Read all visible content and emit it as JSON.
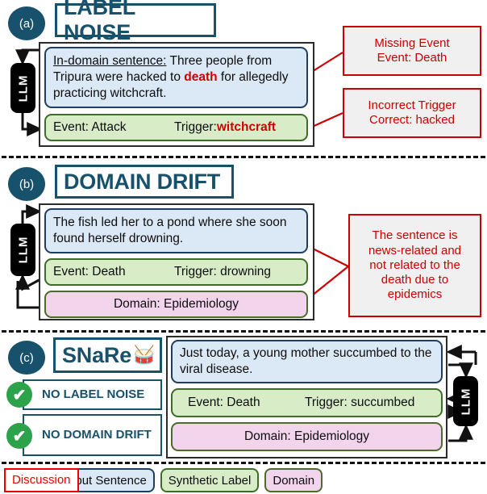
{
  "figure": {
    "sections": [
      {
        "tag": "(a)",
        "title": "LABEL NOISE",
        "sentence": {
          "prefix": "In-domain sentence:",
          "body_before": " Three people from Tripura were hacked to ",
          "highlight": "death",
          "body_after": " for allegedly practicing witchcraft."
        },
        "label": {
          "event": "Event: Attack",
          "trigger_prefix": "Trigger: ",
          "trigger_value": "witchcraft"
        },
        "discussions": [
          {
            "line1": "Missing Event",
            "line2": "Event: Death"
          },
          {
            "line1": "Incorrect Trigger",
            "line2": "Correct: hacked"
          }
        ],
        "llm": "LLM"
      },
      {
        "tag": "(b)",
        "title": "DOMAIN DRIFT",
        "sentence": {
          "text": "The fish led her to a pond where she soon found herself drowning."
        },
        "label": {
          "event": "Event: Death",
          "trigger": "Trigger: drowning"
        },
        "domain": {
          "text": "Domain: Epidemiology"
        },
        "discussion": {
          "lines": [
            "The sentence is",
            "news-related and",
            "not related to the",
            "death due to",
            "epidemics"
          ]
        },
        "llm": "LLM"
      },
      {
        "tag": "(c)",
        "title": "SNaRe",
        "title_icon": "drum-icon",
        "title_emoji": "🥁",
        "claims": [
          {
            "icon": "check-circle-icon",
            "text": "NO LABEL NOISE"
          },
          {
            "icon": "check-circle-icon",
            "text": "NO DOMAIN DRIFT"
          }
        ],
        "sentence": {
          "text": "Just today, a young mother succumbed to the viral disease."
        },
        "label": {
          "event": "Event: Death",
          "trigger": "Trigger: succumbed"
        },
        "domain": {
          "text": "Domain: Epidemiology"
        },
        "llm": "LLM"
      }
    ],
    "legend": [
      {
        "key": "sentence",
        "label": "Synthetic Input  Sentence"
      },
      {
        "key": "label",
        "label": "Synthetic Label"
      },
      {
        "key": "domain",
        "label": "Domain"
      },
      {
        "key": "discussion",
        "label": "Discussion"
      }
    ],
    "colors": {
      "accent": "#18516b",
      "sentence_fill": "#dbe8f5",
      "label_fill": "#d8ecc8",
      "domain_fill": "#f2d4ec",
      "discussion_red": "#cc0000",
      "check_green": "#2ca34a"
    },
    "check_glyph": "✔"
  }
}
